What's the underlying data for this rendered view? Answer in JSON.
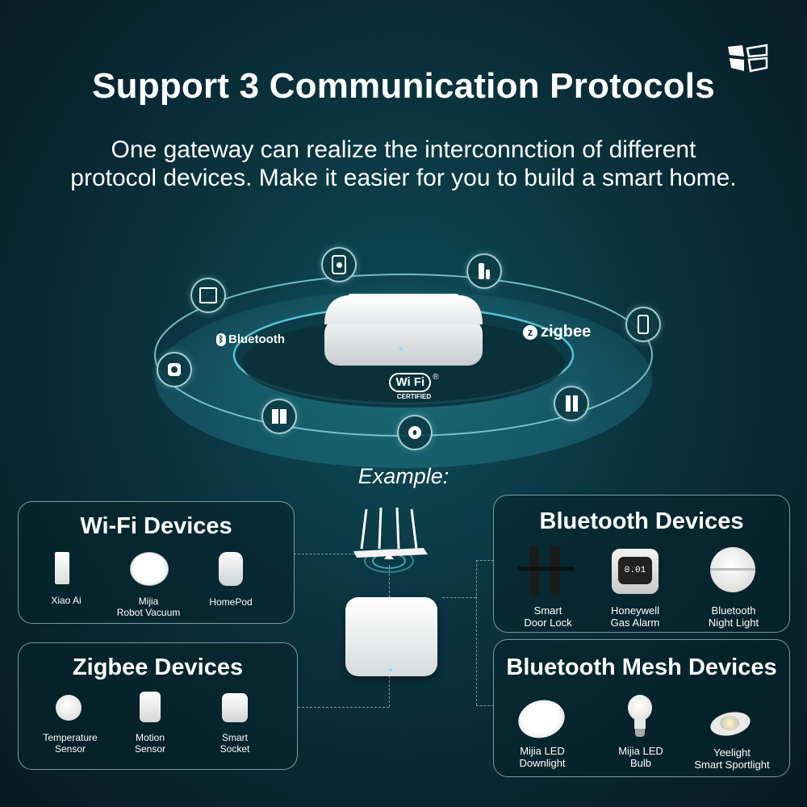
{
  "header": {
    "title": "Support 3 Communication Protocols",
    "subtitle_line1": "One gateway can realize the interconnction of different",
    "subtitle_line2": "protocol devices. Make it easier for you to build a smart home."
  },
  "protocols": {
    "bluetooth": "Bluetooth",
    "zigbee": "zigbee",
    "wifi_top": "Wi Fi",
    "wifi_bottom": "CERTIFIED",
    "wifi_reg": "®"
  },
  "example_label": "Example:",
  "panels": {
    "wifi": {
      "title": "Wi-Fi Devices",
      "items": [
        "Xiao Ai",
        "Mijia",
        "Robot Vacuum",
        "HomePod"
      ]
    },
    "zigbee": {
      "title": "Zigbee Devices",
      "items": [
        "Temperature",
        "Sensor",
        "Motion",
        "Sensor",
        "Smart",
        "Socket"
      ]
    },
    "bluetooth": {
      "title": "Bluetooth Devices",
      "items": [
        "Smart",
        "Door Lock",
        "Honeywell",
        "Gas Alarm",
        "Bluetooth",
        "Night Light"
      ],
      "gas_display": "0.01"
    },
    "mesh": {
      "title": "Bluetooth Mesh Devices",
      "items": [
        "Mijia LED",
        "Downlight",
        "Mijia LED",
        "Bulb",
        "Yeelight",
        "Smart Sportlight"
      ]
    }
  },
  "colors": {
    "accent_glow": "#5fd0e0",
    "panel_border": "#aacdd2",
    "background": "#0a3440"
  },
  "icons": [
    "logo-icon",
    "tablet-icon",
    "camera-icon",
    "door-sensor-icon",
    "thermometer-icon",
    "button-icon",
    "switch-icon",
    "drop-icon",
    "curtain-icon",
    "router-icon",
    "gateway-icon"
  ]
}
